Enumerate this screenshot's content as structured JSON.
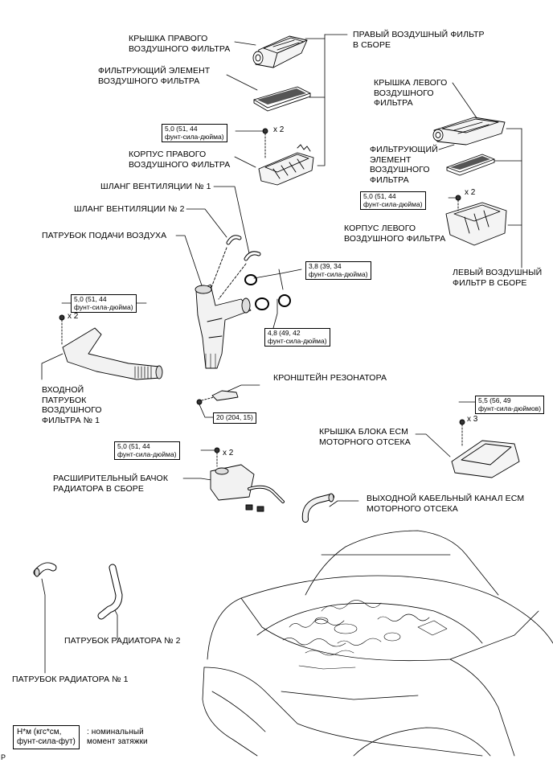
{
  "labels": {
    "right_cover": [
      "КРЫШКА ПРАВОГО",
      "ВОЗДУШНОГО ФИЛЬТРА"
    ],
    "right_assy": [
      "ПРАВЫЙ ВОЗДУШНЫЙ ФИЛЬТР",
      "В СБОРЕ"
    ],
    "right_element": [
      "ФИЛЬТРУЮЩИЙ ЭЛЕМЕНТ",
      "ВОЗДУШНОГО ФИЛЬТРА"
    ],
    "right_case": [
      "КОРПУС ПРАВОГО",
      "ВОЗДУШНОГО ФИЛЬТРА"
    ],
    "left_cover": [
      "КРЫШКА ЛЕВОГО",
      "ВОЗДУШНОГО",
      "ФИЛЬТРА"
    ],
    "left_element": [
      "ФИЛЬТРУЮЩИЙ",
      "ЭЛЕМЕНТ",
      "ВОЗДУШНОГО",
      "ФИЛЬТРА"
    ],
    "left_case": [
      "КОРПУС ЛЕВОГО",
      "ВОЗДУШНОГО ФИЛЬТРА"
    ],
    "left_assy": [
      "ЛЕВЫЙ ВОЗДУШНЫЙ",
      "ФИЛЬТР В СБОРЕ"
    ],
    "vent_hose_1": "ШЛАНГ ВЕНТИЛЯЦИИ № 1",
    "vent_hose_2": "ШЛАНГ ВЕНТИЛЯЦИИ № 2",
    "air_intake": "ПАТРУБОК ПОДАЧИ ВОЗДУХА",
    "inlet_duct": [
      "ВХОДНОЙ",
      "ПАТРУБОК",
      "ВОЗДУШНОГО",
      "ФИЛЬТРА № 1"
    ],
    "resonator_bracket": "КРОНШТЕЙН РЕЗОНАТОРА",
    "ecm_cover": [
      "КРЫШКА БЛОКА ECM",
      "МОТОРНОГО ОТСЕКА"
    ],
    "reservoir": [
      "РАСШИРИТЕЛЬНЫЙ БАЧОК",
      "РАДИАТОРА В СБОРЕ"
    ],
    "ecm_duct": [
      "ВЫХОДНОЙ КАБЕЛЬНЫЙ КАНАЛ ECM",
      "МОТОРНОГО ОТСЕКА"
    ],
    "rad_hose_2": "ПАТРУБОК РАДИАТОРА № 2",
    "rad_hose_1": "ПАТРУБОК РАДИАТОРА № 1"
  },
  "torques": {
    "right_case": [
      "5,0 (51, 44",
      "фунт-сила-дюйма)"
    ],
    "left_case": [
      "5,0 (51, 44",
      "фунт-сила-дюйма)"
    ],
    "clamp_small": [
      "3,8 (39, 34",
      "фунт-сила-дюйма)"
    ],
    "clamp_large": [
      "4,8 (49, 42",
      "фунт-сила-дюйма)"
    ],
    "inlet_duct": [
      "5,0 (51, 44",
      "фунт-сила-дюйма)"
    ],
    "bracket": "20 (204, 15)",
    "ecm_cover": [
      "5,5 (56, 49",
      "фунт-сила-дюймов)"
    ],
    "reservoir": [
      "5,0 (51, 44",
      "фунт-сила-дюйма)"
    ]
  },
  "multipliers": {
    "right_case": "x 2",
    "left_case": "x 2",
    "inlet_duct": "x 2",
    "ecm_cover": "x 3",
    "reservoir": "x 2"
  },
  "legend": {
    "box": [
      "Н*м (кгс*см,",
      "фунт-сила-фут)"
    ],
    "text": [
      ": номинальный",
      "момент затяжки"
    ]
  },
  "corner_mark": "P"
}
